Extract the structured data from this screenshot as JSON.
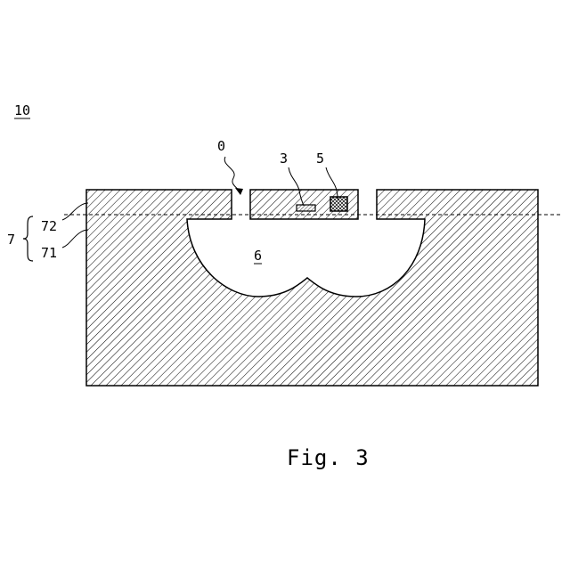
{
  "figure": {
    "ref_main": "10",
    "label_opening": "0",
    "label_part3": "3",
    "label_part5": "5",
    "label_cavity": "6",
    "label_layer": "7",
    "label_upper": "72",
    "label_lower": "71",
    "caption": "Fig. 3"
  }
}
